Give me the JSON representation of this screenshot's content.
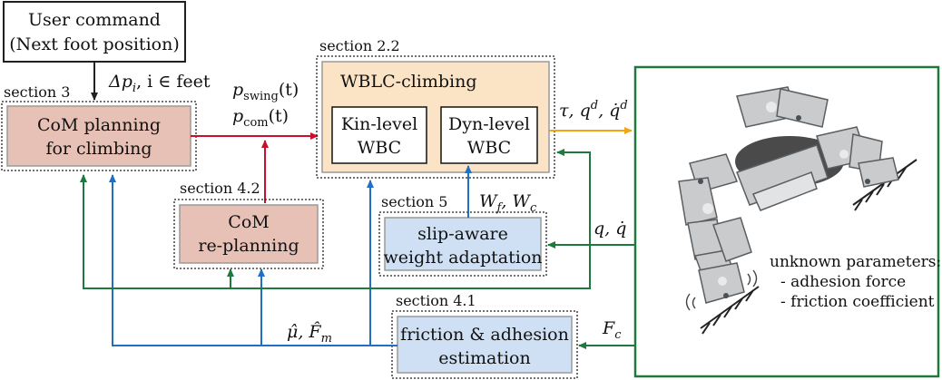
{
  "user_command": {
    "line1": "User command",
    "line2": "(Next foot position)"
  },
  "sections": {
    "s3": "section 3",
    "s22": "section 2.2",
    "s42": "section 4.2",
    "s5": "section 5",
    "s41": "section 4.1"
  },
  "blocks": {
    "com_planning": {
      "line1": "CoM planning",
      "line2": "for climbing"
    },
    "wblc": {
      "title": "WBLC-climbing"
    },
    "kin_wbc": {
      "line1": "Kin-level",
      "line2": "WBC"
    },
    "dyn_wbc": {
      "line1": "Dyn-level",
      "line2": "WBC"
    },
    "com_replanning": {
      "line1": "CoM",
      "line2": "re-planning"
    },
    "slip_aware": {
      "line1": "slip-aware",
      "line2": "weight adaptation"
    },
    "friction_est": {
      "line1": "friction & adhesion",
      "line2": "estimation"
    }
  },
  "signals": {
    "delta_p": "Δp",
    "delta_p_sub": "i",
    "delta_p_rest": ", i ∈ feet",
    "p_swing": "p",
    "p_swing_sub": "swing",
    "p_swing_arg": "(t)",
    "p_com": "p",
    "p_com_sub": "com",
    "p_com_arg": "(t)",
    "tau_q": "τ, q",
    "tau_q_sup": "d",
    "qdot": ", q̇",
    "qdot_sup": "d",
    "W": "W",
    "W_f_sub": "f",
    "W_sep": ", W",
    "W_c_sub": "c",
    "q_state": "q, q̇",
    "F_c": "F",
    "F_c_sub": "c",
    "mu_F": "μ̂, F̂",
    "mu_F_sub": "m"
  },
  "robot_panel": {
    "unknown_title": "unknown parameters:",
    "param1": "- adhesion force",
    "param2": "- friction coefficient"
  },
  "colors": {
    "black_arrow": "#231f20",
    "red_arrow": "#c8102e",
    "orange_arrow": "#f2a516",
    "green_arrow": "#1e7a3c",
    "blue_arrow": "#1f6fc5",
    "pink_block": "#e7c1b5",
    "beige_block": "#fbe3c6",
    "blue_block": "#cfe0f4"
  }
}
